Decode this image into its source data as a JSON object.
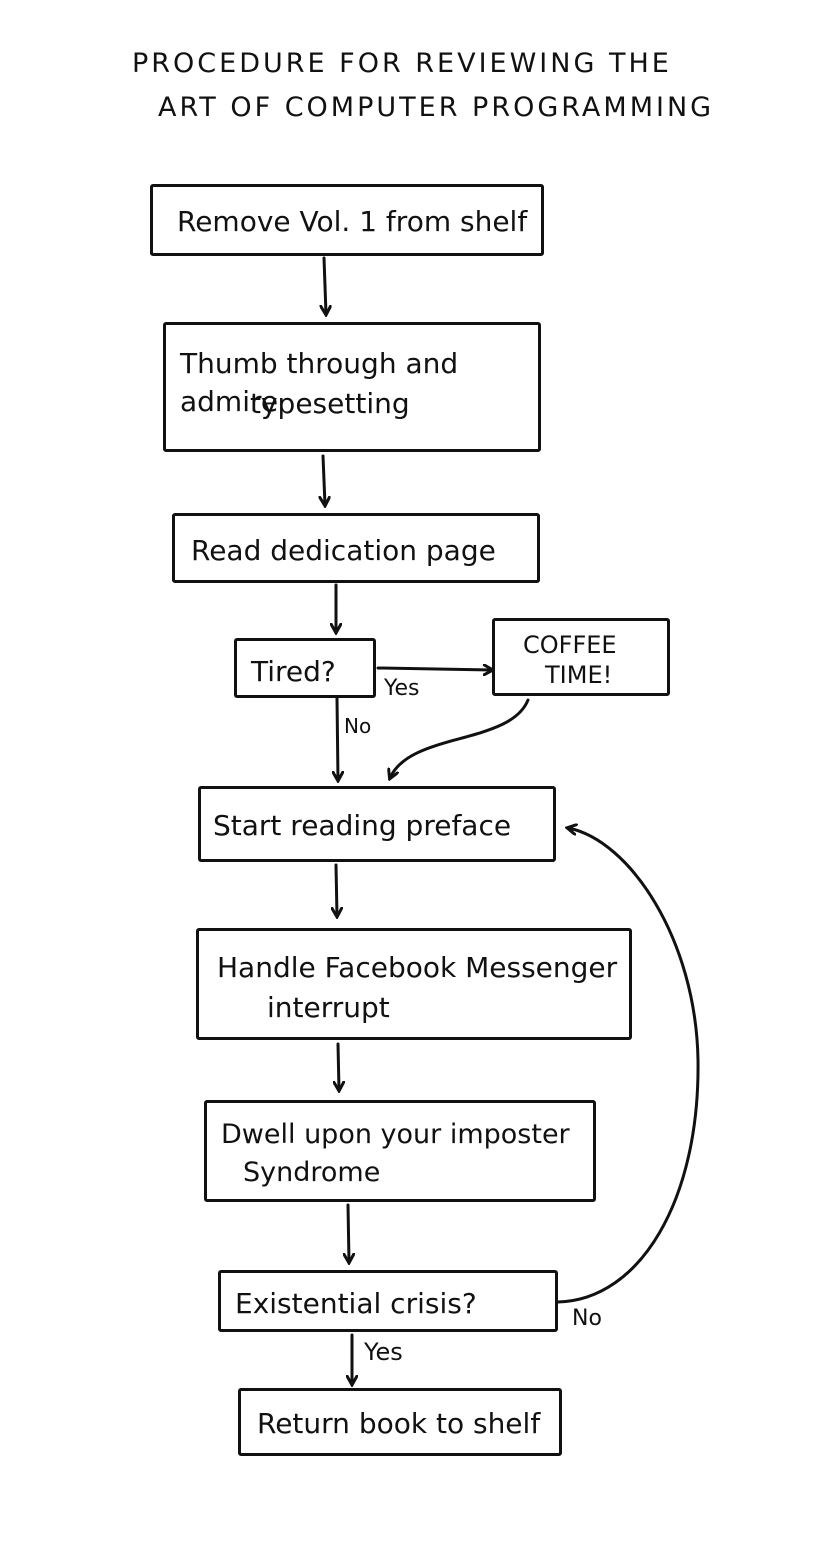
{
  "title": {
    "line1": "PROCEDURE FOR REVIEWING THE",
    "line2": "ART OF COMPUTER PROGRAMMING"
  },
  "steps": {
    "remove": "Remove Vol. 1 from shelf",
    "thumb_line1": "Thumb through and admire",
    "thumb_line2": "typesetting",
    "dedication": "Read dedication page",
    "tired": "Tired?",
    "coffee_line1": "COFFEE",
    "coffee_line2": "TIME!",
    "preface": "Start reading preface",
    "facebook_line1": "Handle Facebook Messenger",
    "facebook_line2": "interrupt",
    "imposter_line1": "Dwell upon your imposter",
    "imposter_line2": "Syndrome",
    "crisis": "Existential crisis?",
    "return": "Return book to shelf"
  },
  "edges": {
    "tired_yes": "Yes",
    "tired_no": "No",
    "crisis_no": "No",
    "crisis_yes": "Yes"
  }
}
